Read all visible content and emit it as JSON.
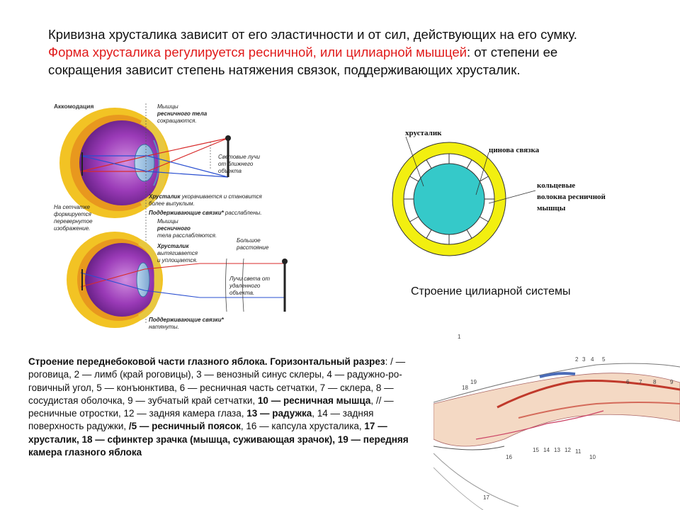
{
  "intro": {
    "part1": "Кривизна хрусталика зависит от его эластичности и от сил, действующих на его сумку. ",
    "red": "Форма хрусталика регулируется ресничной, или цилиарной мышцей",
    "part2": ": от степени ее сокращения зависит степень натяжения связок, поддерживающих хрусталик."
  },
  "accommodation": {
    "title": "Аккомодация",
    "top": {
      "muscle": [
        "Мышцы",
        "ресничного тела",
        "сокращаются."
      ],
      "rays": [
        "Световые лучи",
        "от ближнего",
        "объекта"
      ],
      "lens_a": "Хрусталик",
      "lens_b": " укорачивается и становится",
      "lens_c": "более выпуклым.",
      "lig_a": "Поддерживающие связки*",
      "lig_b": " расслаблены."
    },
    "retina": [
      "На сетчатке",
      "формируется",
      "перевернутое",
      "изображение."
    ],
    "bottom": {
      "muscle": [
        "Мышцы",
        "ресничного",
        "тела расслабляются."
      ],
      "lens": [
        "Хрусталик",
        "вытягивается",
        "и уплощается."
      ],
      "distance": [
        "Большое",
        "расстояние"
      ],
      "rays": [
        "Лучи света от",
        "удаленного",
        "объекта."
      ],
      "lig_a": "Поддерживающие связки*",
      "lig_b": "натянуты."
    }
  },
  "ciliary": {
    "labels": [
      "хрусталик",
      "цинова связка",
      "кольцевые",
      "волокна ресничной",
      "мышцы"
    ],
    "caption": "Строение цилиарной системы",
    "colors": {
      "ring": "#f2ef10",
      "lens": "#35c9c9"
    }
  },
  "section_numbers": [
    "1",
    "2",
    "3",
    "4",
    "5",
    "6",
    "7",
    "8",
    "9",
    "10",
    "11",
    "12",
    "13",
    "14",
    "15",
    "16",
    "17",
    "18",
    "19"
  ],
  "legend": [
    {
      "t": "Строение переднебоковой части глазного яблока. Горизонтальный разрез",
      "b": true
    },
    {
      "t": ": / — роговица, 2 — лимб (край роговицы), 3 — венозный синус склеры, 4 — радужно-ро-говичный угол, 5 — конъюнктива, 6 — ресничная часть сетчатки, 7 — склера, 8 — сосудистая оболочка, 9 — зубчатый край сетчатки, ",
      "b": false
    },
    {
      "t": "10 — ресничная мышца",
      "b": true
    },
    {
      "t": ", // — ресничные отростки, 12 — задняя камера глаза, ",
      "b": false
    },
    {
      "t": "13 — радужка",
      "b": true
    },
    {
      "t": ", 14 — задняя поверхность радужки, ",
      "b": false
    },
    {
      "t": "/5 — ресничный поясок",
      "b": true
    },
    {
      "t": ", 16 — капсула хрусталика, ",
      "b": false
    },
    {
      "t": "17 — хрусталик, 18 — сфинктер зрачка",
      "b": true
    },
    {
      "t": " ",
      "b": false
    },
    {
      "t": "(мышца, суживающая зрачок), 19 — передняя камера глазного яблока",
      "b": true
    }
  ]
}
